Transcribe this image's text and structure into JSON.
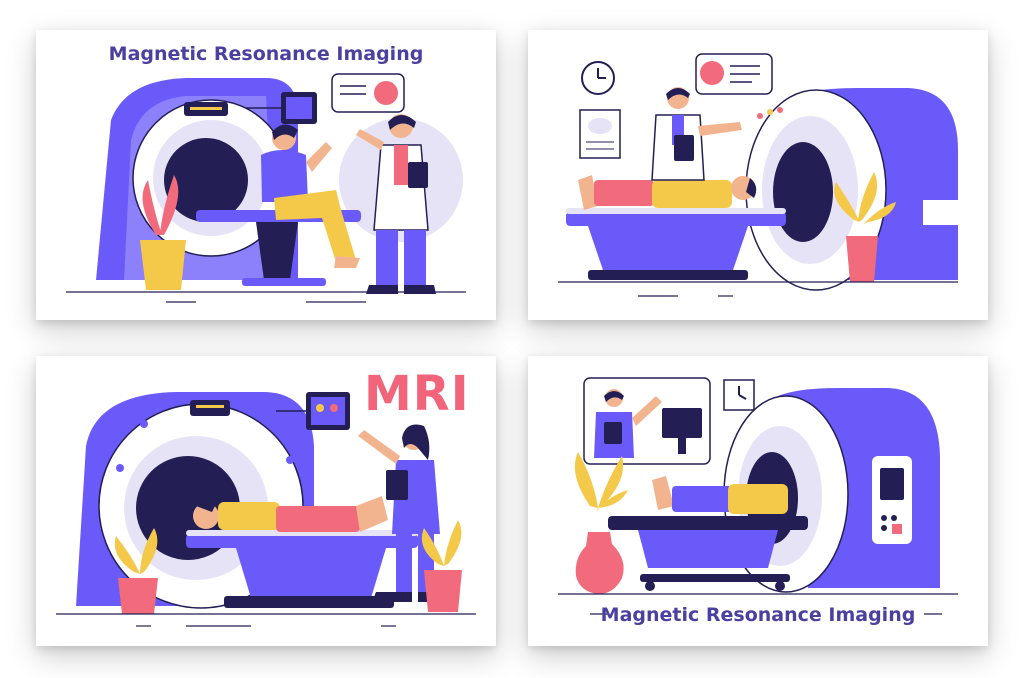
{
  "cards": [
    {
      "title": "Magnetic Resonance Imaging",
      "scene": "patient-consultation-with-doctor"
    },
    {
      "title": "",
      "scene": "doctor-with-patient-lying-on-scanner-table"
    },
    {
      "title": "MRI",
      "scene": "nurse-and-patient-in-mri-scanner"
    },
    {
      "title": "Magnetic Resonance Imaging",
      "scene": "patient-in-scanner-with-doctor-monitor"
    }
  ],
  "colors": {
    "primary": "#6a5af9",
    "light_lavender": "#e6e3f7",
    "dark_navy": "#231f54",
    "skin": "#f2b48f",
    "yellow": "#f4c94a",
    "pink": "#f26b7c",
    "title_text": "#4b3fa0",
    "mri_text": "#f2647a"
  }
}
